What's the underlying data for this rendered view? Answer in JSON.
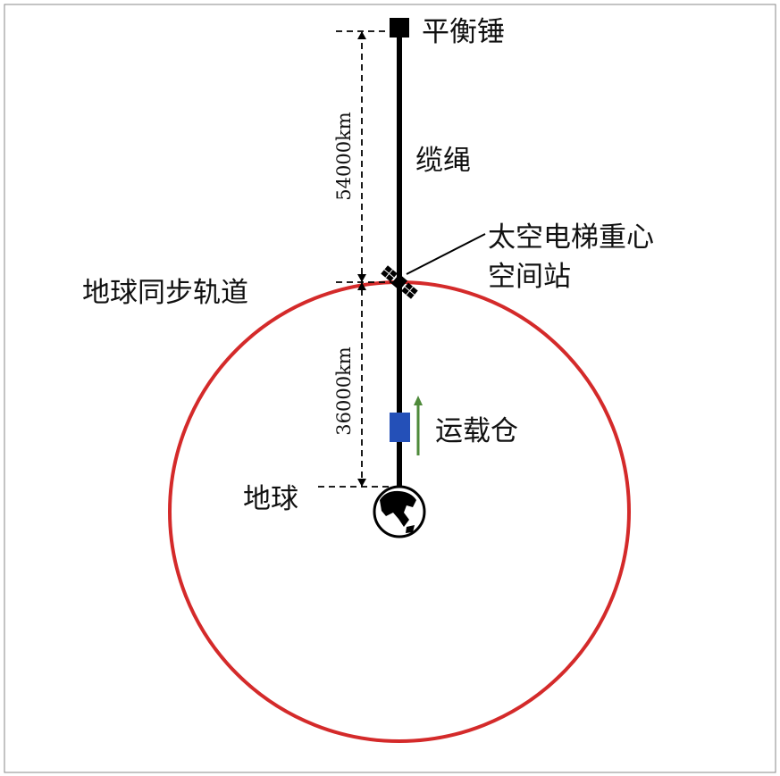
{
  "labels": {
    "counterweight": "平衡锤",
    "cable": "缆绳",
    "station_line1": "太空电梯重心",
    "station_line2": "空间站",
    "geo_orbit": "地球同步轨道",
    "cabin": "运载仓",
    "earth": "地球",
    "dist_upper": "54000km",
    "dist_lower": "36000km"
  },
  "colors": {
    "orbit": "#d42a2a",
    "cabin": "#2450b8",
    "arrow": "#4e8a3a",
    "cable": "#000000"
  },
  "icons": [
    "satellite-icon",
    "earth-globe-icon",
    "counterweight-square",
    "up-arrow-icon"
  ]
}
